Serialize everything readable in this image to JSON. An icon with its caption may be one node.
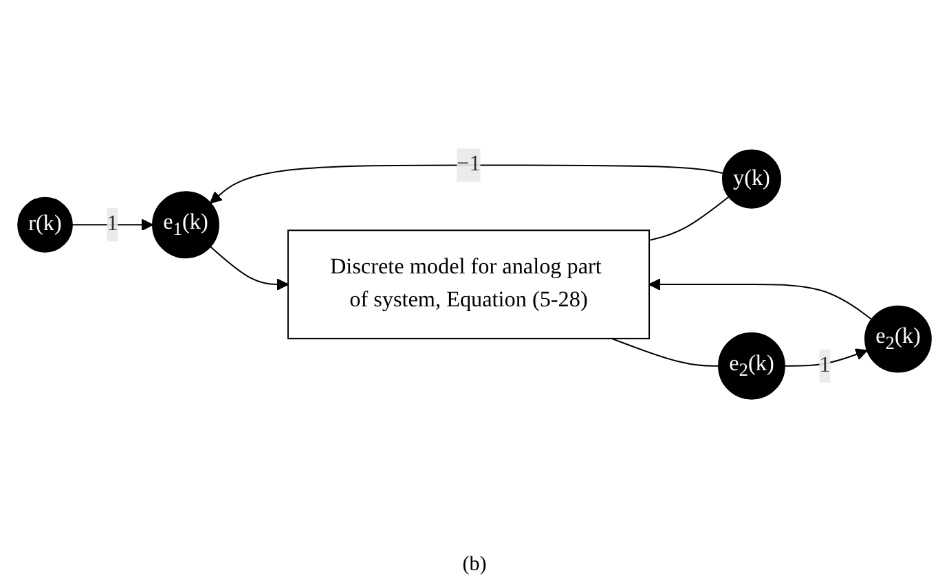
{
  "diagram": {
    "caption": "(b)",
    "nodes": [
      {
        "text": [
          "r(k)"
        ]
      },
      {
        "text": [
          "e$_{1}$(k)"
        ]
      },
      {
        "text": [
          "Discrete model for analog part of system, Equation (5-28)"
        ]
      },
      {
        "text": [
          "y(k)"
        ]
      },
      {
        "text": [
          "e$_{2}$(k)"
        ]
      },
      {
        "text": [
          "e$_{2}$(k)"
        ]
      }
    ],
    "edges": [
      {
        "from": 0,
        "to": 1,
        "arrow": "to",
        "label": "1"
      },
      {
        "from": 1,
        "to": 2,
        "arrow": "to"
      },
      {
        "from": 2,
        "to": 3,
        "arrow": "none"
      },
      {
        "from": 3,
        "to": 1,
        "arrow": "to",
        "label": "−1"
      },
      {
        "from": 4,
        "to": 2,
        "arrow": "to"
      },
      {
        "from": 2,
        "to": 5,
        "arrow": "none"
      },
      {
        "from": 5,
        "to": 4,
        "arrow": "to",
        "label": "1"
      }
    ]
  }
}
